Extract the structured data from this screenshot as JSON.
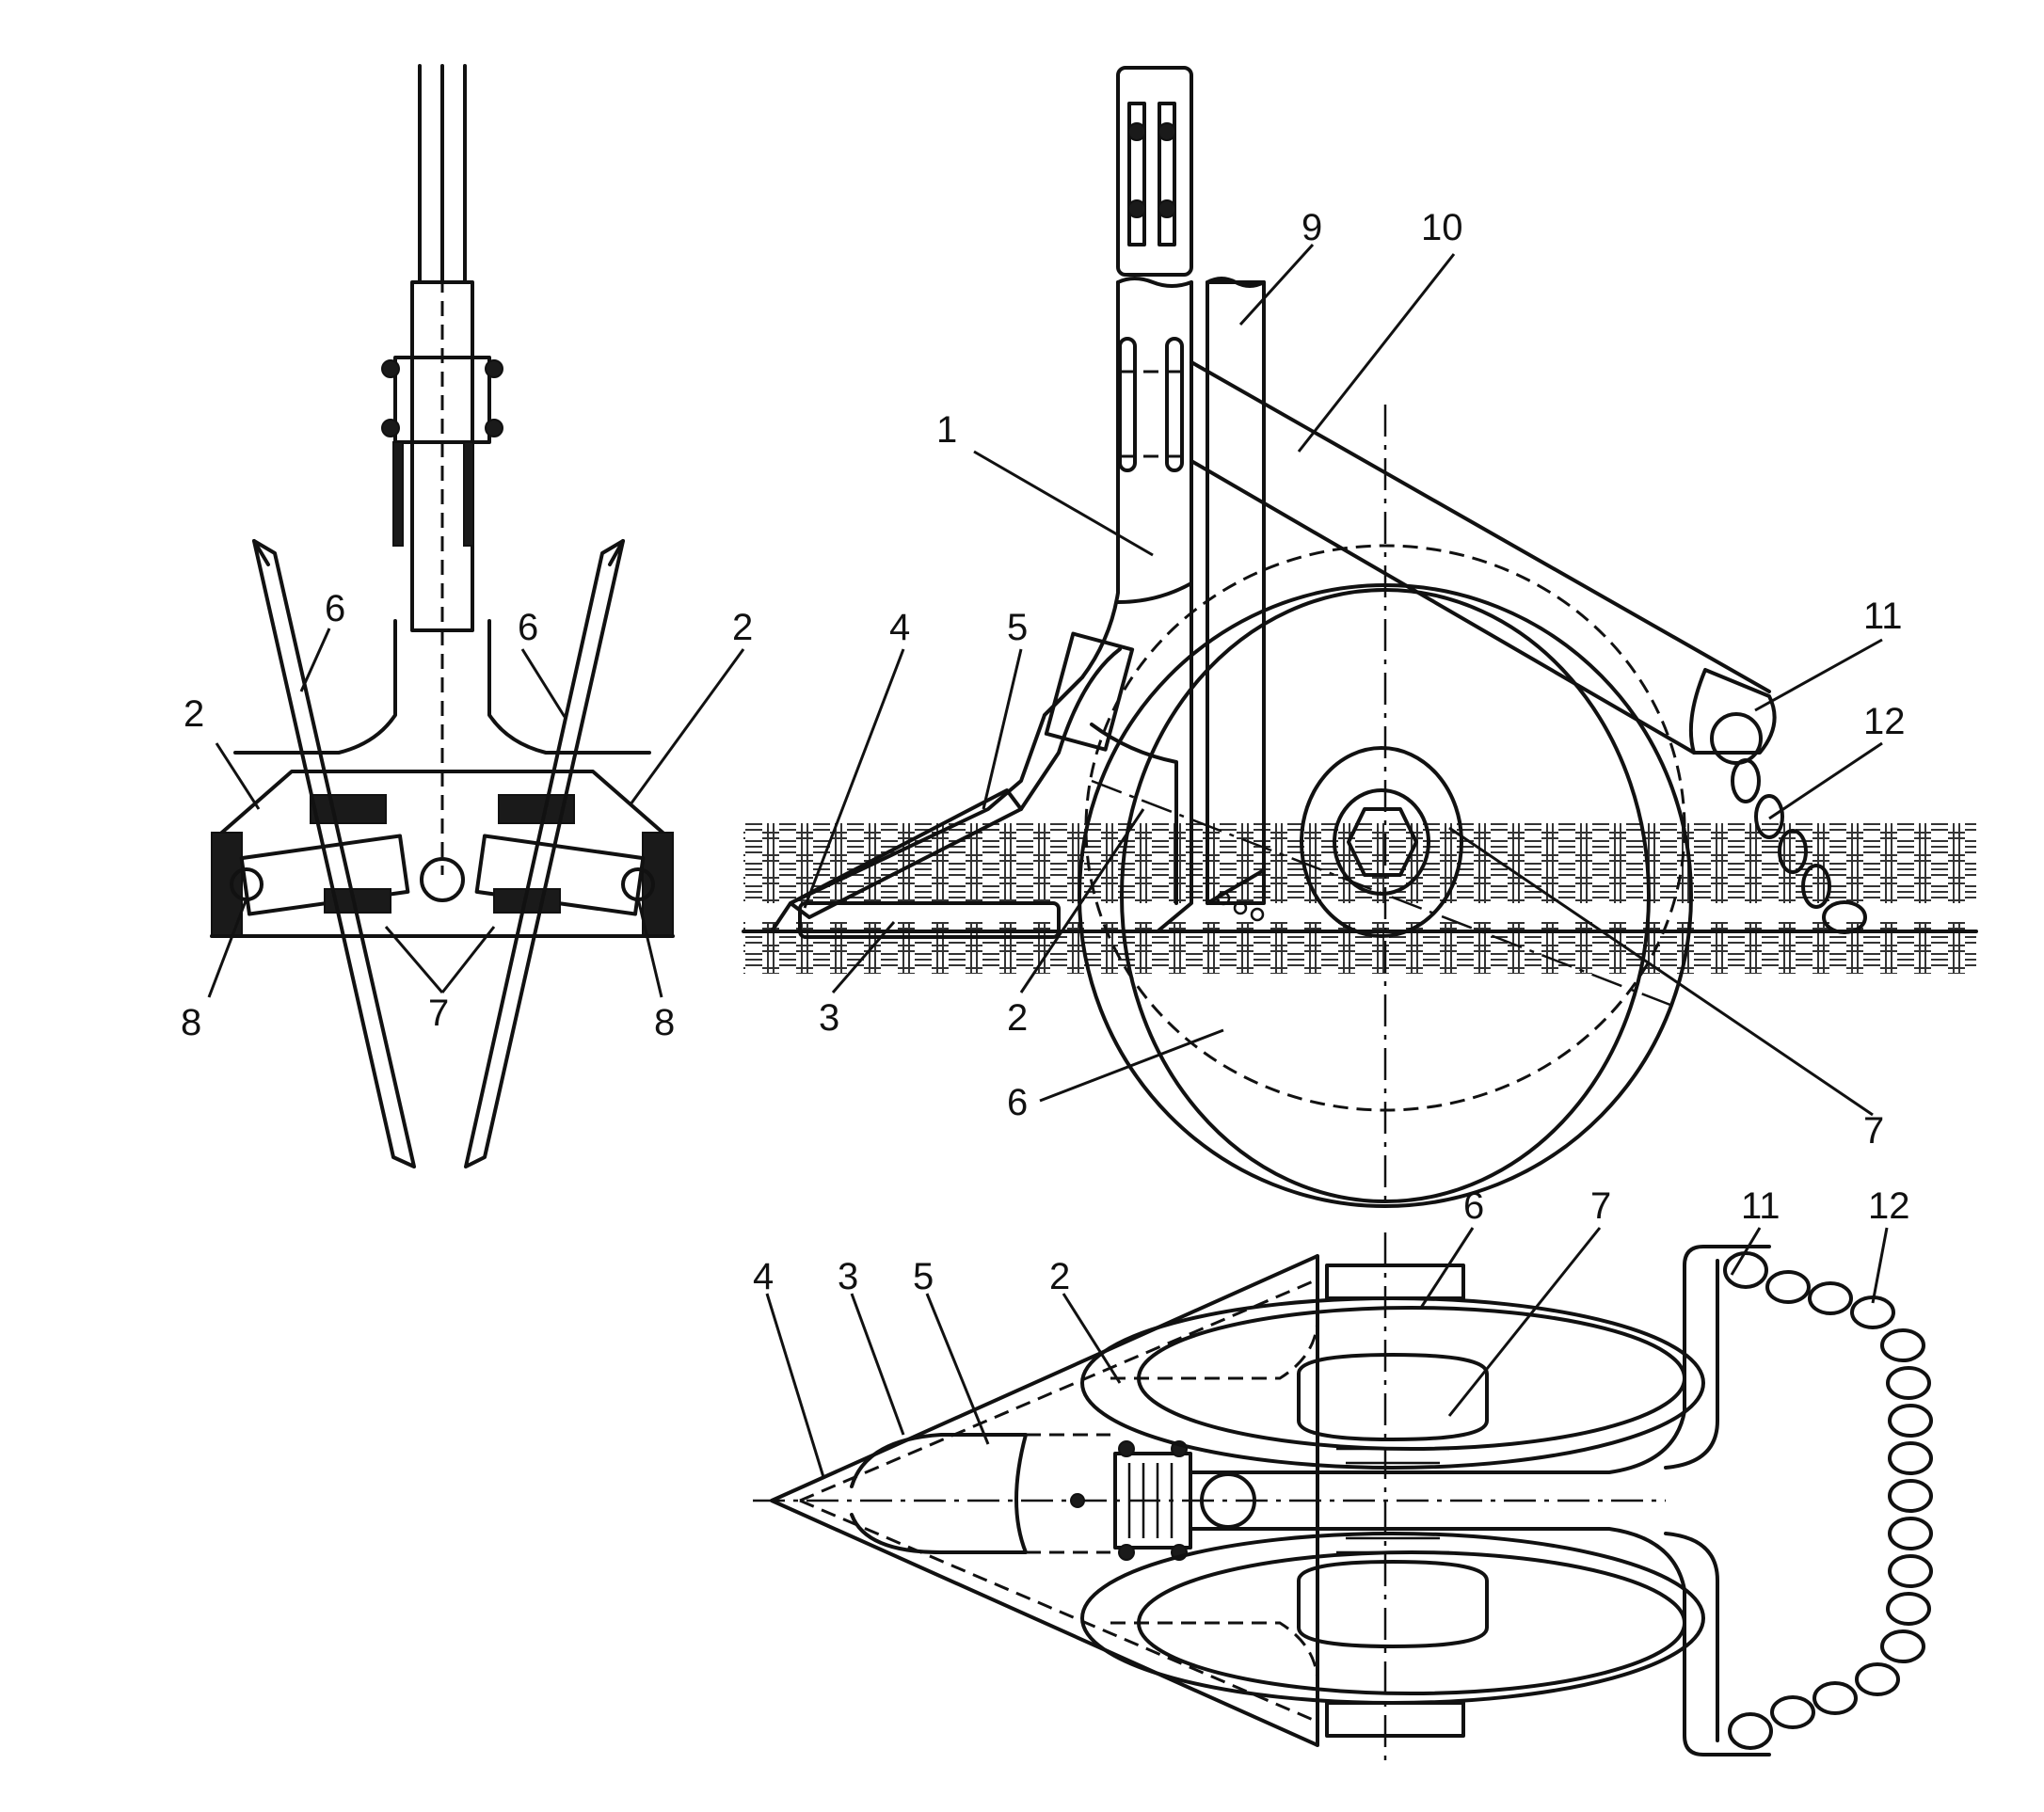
{
  "views": {
    "front": {
      "labels": [
        "6",
        "6",
        "2",
        "2",
        "8",
        "8",
        "7"
      ]
    },
    "side": {
      "labels": [
        "1",
        "9",
        "10",
        "4",
        "5",
        "11",
        "12",
        "3",
        "2",
        "6",
        "7"
      ]
    },
    "top": {
      "labels": [
        "4",
        "3",
        "5",
        "2",
        "6",
        "7",
        "11",
        "12"
      ]
    }
  }
}
